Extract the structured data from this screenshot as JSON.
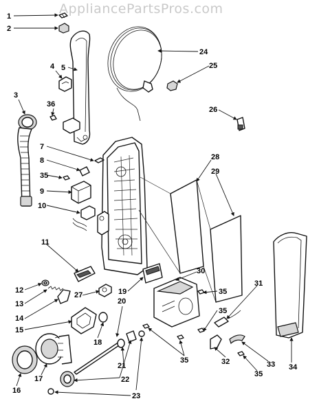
{
  "watermark": "AppliancePartsPros.com",
  "callouts": [
    "1",
    "2",
    "3",
    "4",
    "5",
    "7",
    "8",
    "9",
    "10",
    "11",
    "12",
    "13",
    "14",
    "15",
    "16",
    "17",
    "18",
    "19",
    "20",
    "21",
    "22",
    "23",
    "24",
    "25",
    "26",
    "27",
    "28",
    "29",
    "30",
    "31",
    "32",
    "33",
    "34",
    "35",
    "36"
  ],
  "repeated_callouts": {
    "c35b": "35",
    "c35c": "35",
    "c35d": "35",
    "c35e": "35",
    "c23b": "23"
  }
}
